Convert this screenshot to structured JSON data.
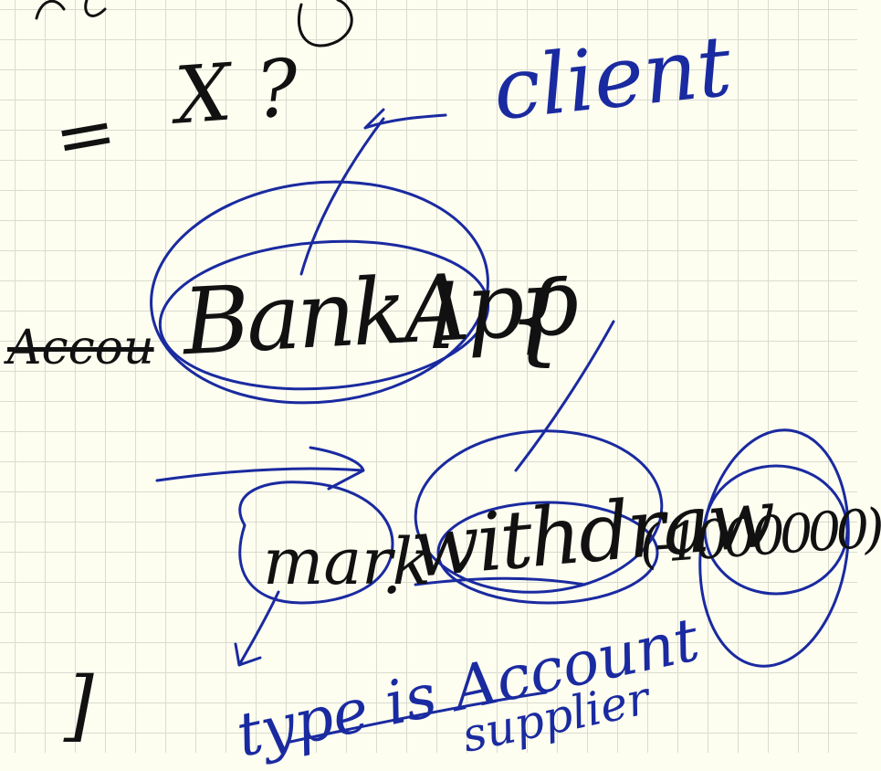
{
  "notes": {
    "top_expr": "X ?",
    "equals_sign": "=",
    "client_label": "client",
    "class_prefix": "Accou",
    "class_name": "BankApp",
    "class_suffix": "l",
    "open_brace": "{",
    "receiver": "mark",
    "dot": ".",
    "method": "withdraw",
    "argument": "(-1000000)",
    "close_brace": "]",
    "type_note": "type is Account",
    "supplier_label": "supplier"
  },
  "colors": {
    "black_ink": "#111111",
    "blue_ink": "#1a2aa0",
    "paper": "#fdfdf0",
    "grid": "#d9dccf"
  }
}
